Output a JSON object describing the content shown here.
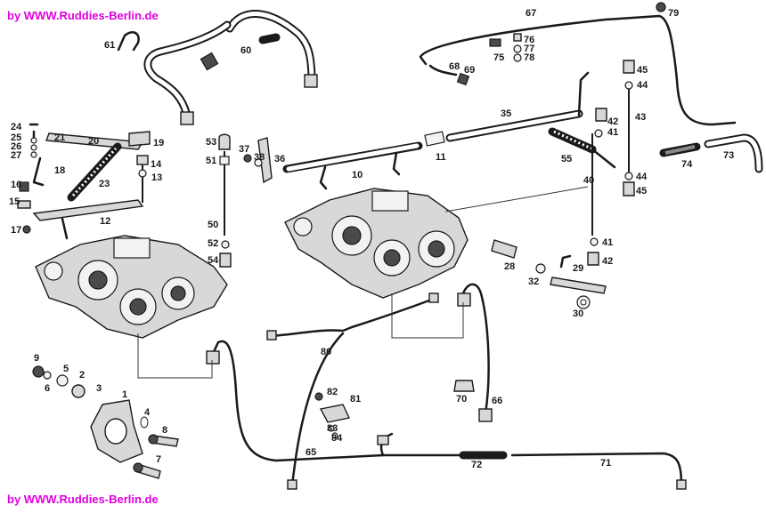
{
  "watermark": {
    "top": "by  WWW.Ruddies-Berlin.de",
    "bottom": "by  WWW.Ruddies-Berlin.de",
    "color": "#e000e0"
  },
  "labels": [
    {
      "id": "1",
      "text": "1"
    },
    {
      "id": "2",
      "text": "2"
    },
    {
      "id": "3",
      "text": "3"
    },
    {
      "id": "4",
      "text": "4"
    },
    {
      "id": "5",
      "text": "5"
    },
    {
      "id": "6",
      "text": "6"
    },
    {
      "id": "7",
      "text": "7"
    },
    {
      "id": "8",
      "text": "8"
    },
    {
      "id": "9",
      "text": "9"
    },
    {
      "id": "10",
      "text": "10"
    },
    {
      "id": "11",
      "text": "11"
    },
    {
      "id": "12",
      "text": "12"
    },
    {
      "id": "13",
      "text": "13"
    },
    {
      "id": "14",
      "text": "14"
    },
    {
      "id": "15",
      "text": "15"
    },
    {
      "id": "16",
      "text": "16"
    },
    {
      "id": "17",
      "text": "17"
    },
    {
      "id": "18",
      "text": "18"
    },
    {
      "id": "19",
      "text": "19"
    },
    {
      "id": "20",
      "text": "20"
    },
    {
      "id": "21",
      "text": "21"
    },
    {
      "id": "23",
      "text": "23"
    },
    {
      "id": "24",
      "text": "24"
    },
    {
      "id": "25",
      "text": "25"
    },
    {
      "id": "26",
      "text": "26"
    },
    {
      "id": "27",
      "text": "27"
    },
    {
      "id": "28",
      "text": "28"
    },
    {
      "id": "29",
      "text": "29"
    },
    {
      "id": "30",
      "text": "30"
    },
    {
      "id": "32",
      "text": "32"
    },
    {
      "id": "35",
      "text": "35"
    },
    {
      "id": "36",
      "text": "36"
    },
    {
      "id": "37",
      "text": "37"
    },
    {
      "id": "38",
      "text": "38"
    },
    {
      "id": "40",
      "text": "40"
    },
    {
      "id": "41a",
      "text": "41"
    },
    {
      "id": "41b",
      "text": "41"
    },
    {
      "id": "42a",
      "text": "42"
    },
    {
      "id": "42b",
      "text": "42"
    },
    {
      "id": "43",
      "text": "43"
    },
    {
      "id": "44a",
      "text": "44"
    },
    {
      "id": "44b",
      "text": "44"
    },
    {
      "id": "45a",
      "text": "45"
    },
    {
      "id": "45b",
      "text": "45"
    },
    {
      "id": "50",
      "text": "50"
    },
    {
      "id": "51",
      "text": "51"
    },
    {
      "id": "52",
      "text": "52"
    },
    {
      "id": "53",
      "text": "53"
    },
    {
      "id": "54",
      "text": "54"
    },
    {
      "id": "55",
      "text": "55"
    },
    {
      "id": "60",
      "text": "60"
    },
    {
      "id": "61",
      "text": "61"
    },
    {
      "id": "65",
      "text": "65"
    },
    {
      "id": "66",
      "text": "66"
    },
    {
      "id": "67",
      "text": "67"
    },
    {
      "id": "68",
      "text": "68"
    },
    {
      "id": "69",
      "text": "69"
    },
    {
      "id": "70",
      "text": "70"
    },
    {
      "id": "71",
      "text": "71"
    },
    {
      "id": "72",
      "text": "72"
    },
    {
      "id": "73",
      "text": "73"
    },
    {
      "id": "74",
      "text": "74"
    },
    {
      "id": "75",
      "text": "75"
    },
    {
      "id": "76",
      "text": "76"
    },
    {
      "id": "77",
      "text": "77"
    },
    {
      "id": "78",
      "text": "78"
    },
    {
      "id": "79",
      "text": "79"
    },
    {
      "id": "80",
      "text": "80"
    },
    {
      "id": "81",
      "text": "81"
    },
    {
      "id": "82",
      "text": "82"
    },
    {
      "id": "83",
      "text": "83"
    },
    {
      "id": "84",
      "text": "84"
    }
  ]
}
